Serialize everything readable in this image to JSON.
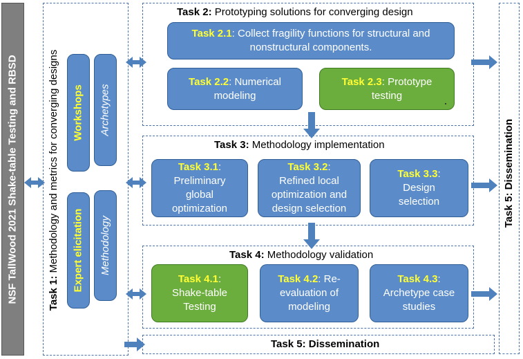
{
  "side_title": "NSF TallWood 2021 Shake-table Testing and RBSD",
  "task1": {
    "label": "Task 1:",
    "text": "Methodology and metrics for converging designs",
    "workshops": "Workshops",
    "archetypes": "Archetypes",
    "expert": "Expert elicitation",
    "methodology": "Methodology"
  },
  "task2": {
    "label": "Task 2:",
    "title": "Prototyping solutions for converging design",
    "t21_tag": "Task 2.1",
    "t21_line1": ": Collect fragility functions for structural and",
    "t21_line2": "nonstructural components.",
    "t22_tag": "Task 2.2",
    "t22_line1": ": Numerical",
    "t22_line2": "modeling",
    "t23_tag": "Task 2.3",
    "t23_line1": ": Prototype",
    "t23_line2": "testing"
  },
  "task3": {
    "label": "Task 3:",
    "title": "Methodology implementation",
    "t31_tag": "Task 3.1",
    "t31_lines": [
      ":",
      "Preliminary",
      "global",
      "optimization"
    ],
    "t32_tag": "Task 3.2",
    "t32_lines": [
      ":",
      "Refined local",
      "optimization and",
      "design selection"
    ],
    "t33_tag": "Task 3.3",
    "t33_lines": [
      ":",
      "Design",
      "selection"
    ]
  },
  "task4": {
    "label": "Task 4:",
    "title": "Methodology validation",
    "t41_tag": "Task 4.1",
    "t41_lines": [
      ":",
      "Shake-table",
      "Testing"
    ],
    "t42_tag": "Task 4.2",
    "t42_lines": [
      ": Re-",
      "evaluation of",
      "modeling"
    ],
    "t43_tag": "Task 4.3",
    "t43_lines": [
      ":",
      "Archetype case",
      "studies"
    ]
  },
  "task5": {
    "bottom": "Task 5: Dissemination",
    "side": "Task 5: Dissemination"
  },
  "colors": {
    "box_blue": "#5b8cc9",
    "box_green": "#6cae3e",
    "tag_yellow": "#ffff33",
    "side_gray": "#7f7f7f",
    "arrow_blue": "#4f81bd"
  }
}
